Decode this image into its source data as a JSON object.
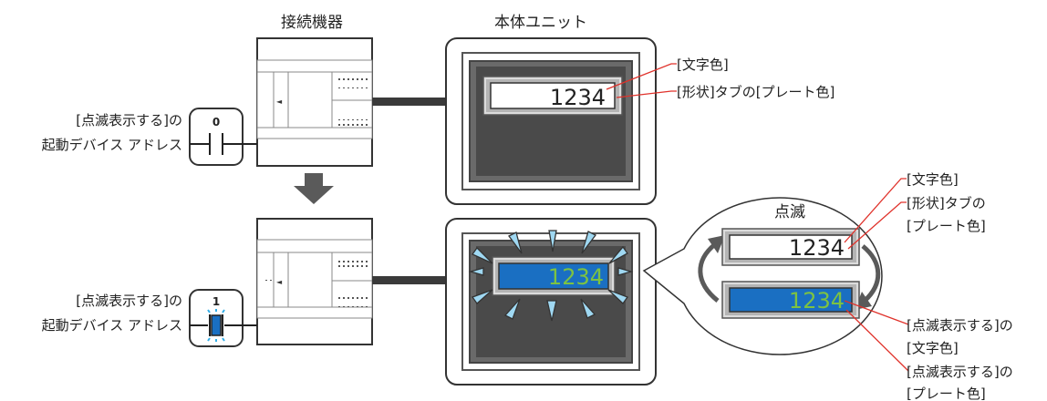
{
  "headers": {
    "device": "接続機器",
    "unit": "本体ユニット"
  },
  "top": {
    "label_line1": "[点滅表示する]の",
    "label_line2": "起動デバイス アドレス",
    "bit_value": "0",
    "display_value": "1234",
    "callout_text_color": "[文字色]",
    "callout_plate_color": "[形状]タブの[プレート色]"
  },
  "bottom": {
    "label_line1": "[点滅表示する]の",
    "label_line2": "起動デバイス アドレス",
    "bit_value": "1",
    "display_value": "1234"
  },
  "zoom": {
    "title": "点滅",
    "normal_value": "1234",
    "blink_value": "1234",
    "callout_text_color": "[文字色]",
    "callout_plate_line1": "[形状]タブの",
    "callout_plate_line2": "[プレート色]",
    "callout_blink_text_line1": "[点滅表示する]の",
    "callout_blink_text_line2": "[文字色]",
    "callout_blink_plate_line1": "[点滅表示する]の",
    "callout_blink_plate_line2": "[プレート色]"
  },
  "colors": {
    "blink_plate": "#1a6fc2",
    "blink_text": "#7dc242",
    "blink_ray": "#9fd8f2",
    "callout_line": "#e0322b"
  }
}
